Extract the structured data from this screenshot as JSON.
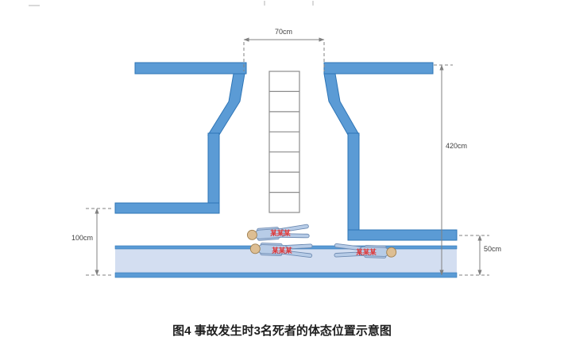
{
  "figure": {
    "caption": "图4 事故发生时3名死者的体态位置示意图"
  },
  "dimensions": {
    "chute_width": "70cm",
    "shaft_height": "420cm",
    "left_drop_height": "100cm",
    "belt_height": "50cm"
  },
  "victims": [
    {
      "label": "某某某"
    },
    {
      "label": "某某某"
    },
    {
      "label": "某某某"
    }
  ],
  "structure": {
    "ladder_cells": 7,
    "bodies_count": 3
  },
  "colors": {
    "wall_fill": "#5B9BD5",
    "wall_stroke": "#2E75B6",
    "belt_fill": "#D3DEF1",
    "belt_edge": "#5B9BD5",
    "ladder_fill": "#FFFFFF",
    "ladder_stroke": "#8C8C8C",
    "dimension_line": "#808080",
    "dimension_text": "#404040",
    "victim_label": "#E03434",
    "body_fill": "#B7CCE7",
    "head_fill": "#DDBE93",
    "caption_text": "#1F1F1F",
    "artifact_gray": "#B3B3B3"
  }
}
